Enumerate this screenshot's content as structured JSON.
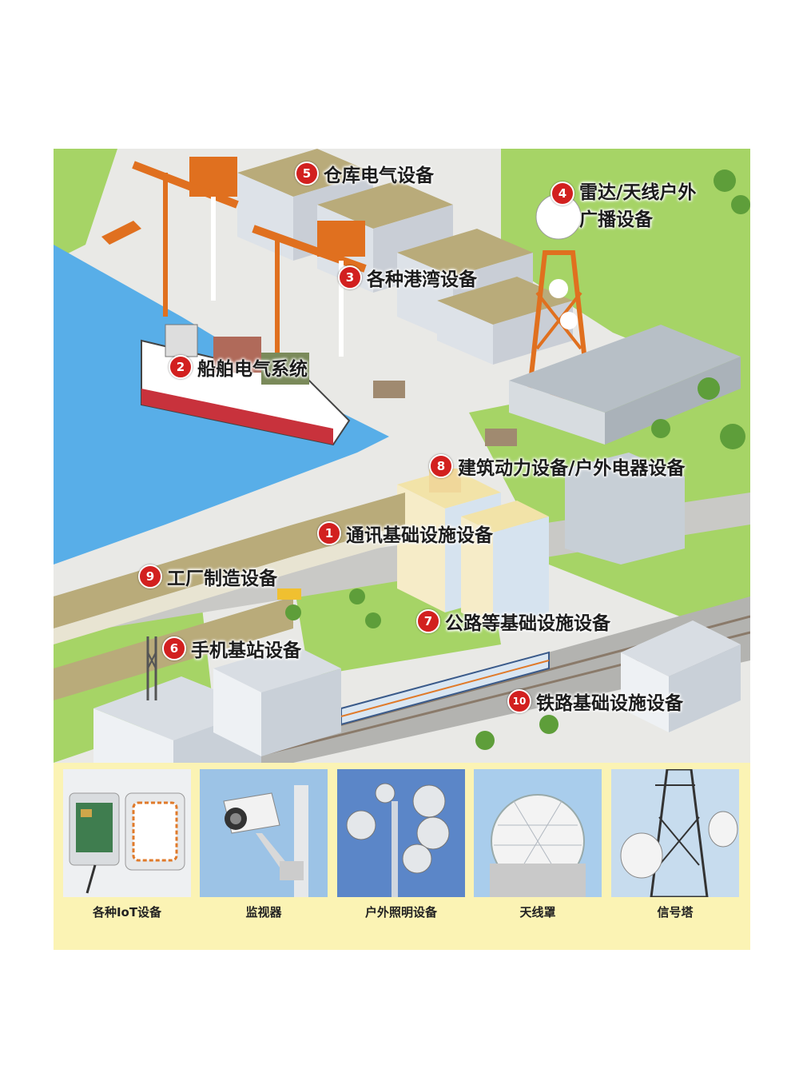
{
  "callouts": [
    {
      "num": "1",
      "text": "通讯基础设施设备"
    },
    {
      "num": "2",
      "text": "船舶电气系统"
    },
    {
      "num": "3",
      "text": "各种港湾设备"
    },
    {
      "num": "4",
      "text": "雷达/天线户外",
      "text2": "广播设备"
    },
    {
      "num": "5",
      "text": "仓库电气设备"
    },
    {
      "num": "6",
      "text": "手机基站设备"
    },
    {
      "num": "7",
      "text": "公路等基础设施设备"
    },
    {
      "num": "8",
      "text": "建筑动力设备/户外电器设备"
    },
    {
      "num": "9",
      "text": "工厂制造设备"
    },
    {
      "num": "10",
      "text": "铁路基础设施设备"
    }
  ],
  "thumbnails": [
    {
      "label": "各种IoT设备",
      "icon": "iot-enclosure-icon"
    },
    {
      "label": "监视器",
      "icon": "security-camera-icon"
    },
    {
      "label": "户外照明设备",
      "icon": "floodlight-icon"
    },
    {
      "label": "天线罩",
      "icon": "radome-icon"
    },
    {
      "label": "信号塔",
      "icon": "signal-tower-icon"
    }
  ],
  "colors": {
    "callout_badge": "#d2201f",
    "panel_background": "#fbf3b4",
    "water": "#58aee8",
    "grass": "#9fd15c",
    "crane_orange": "#e0701f"
  }
}
